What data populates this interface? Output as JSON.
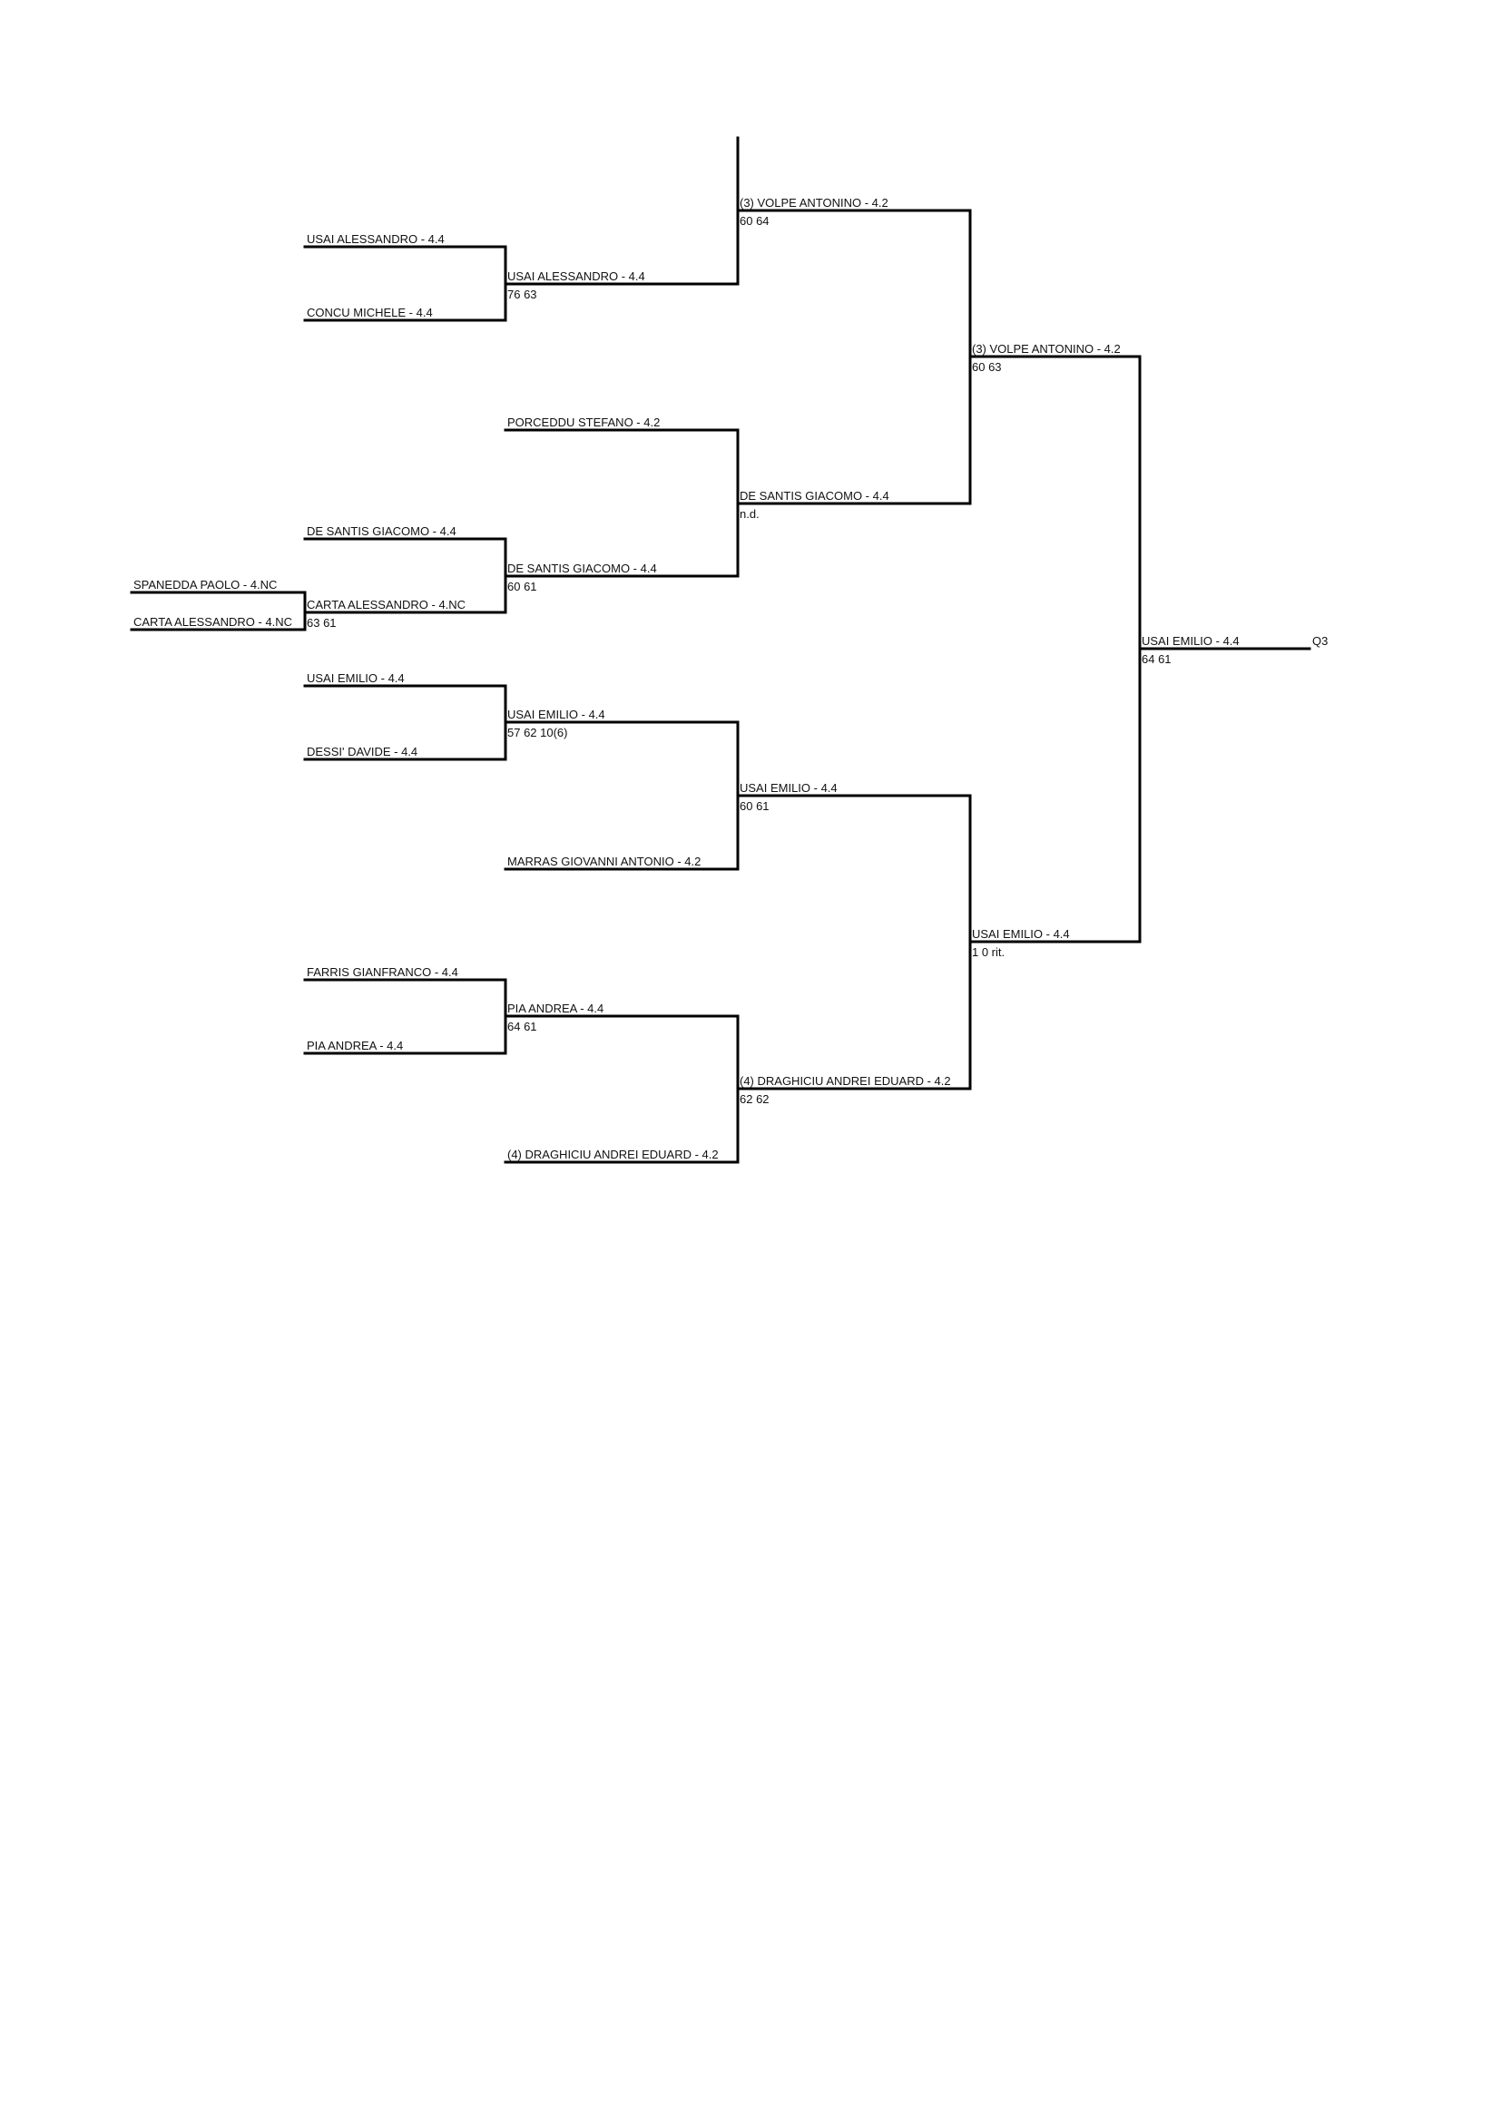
{
  "bracket": {
    "top_slot": {
      "name": "",
      "score": ""
    },
    "slots": {
      "q_spanedda": {
        "name": "SPANEDDA PAOLO - 4.NC",
        "score": ""
      },
      "q_carta": {
        "name": "CARTA ALESSANDRO - 4.NC",
        "score": ""
      },
      "r1_usai_alessandro": {
        "name": "USAI ALESSANDRO - 4.4",
        "score": ""
      },
      "r1_concu": {
        "name": "CONCU MICHELE - 4.4",
        "score": ""
      },
      "r1_de_santis": {
        "name": "DE SANTIS GIACOMO - 4.4",
        "score": ""
      },
      "r1_carta_winner": {
        "name": "CARTA ALESSANDRO - 4.NC",
        "score": "63 61"
      },
      "r1_usai_emilio": {
        "name": "USAI EMILIO - 4.4",
        "score": ""
      },
      "r1_dessi": {
        "name": "DESSI' DAVIDE - 4.4",
        "score": ""
      },
      "r1_farris": {
        "name": "FARRIS GIANFRANCO - 4.4",
        "score": ""
      },
      "r1_pia": {
        "name": "PIA ANDREA - 4.4",
        "score": ""
      },
      "r2_usai_alessandro": {
        "name": "USAI ALESSANDRO - 4.4",
        "score": "76 63"
      },
      "r2_porceddu": {
        "name": "PORCEDDU STEFANO - 4.2",
        "score": ""
      },
      "r2_de_santis": {
        "name": "DE SANTIS GIACOMO - 4.4",
        "score": "60 61"
      },
      "r2_usai_emilio": {
        "name": "USAI EMILIO - 4.4",
        "score": "57 62 10(6)"
      },
      "r2_marras": {
        "name": "MARRAS GIOVANNI ANTONIO - 4.2",
        "score": ""
      },
      "r2_pia": {
        "name": "PIA ANDREA - 4.4",
        "score": "64 61"
      },
      "r2_draghiciu": {
        "name": "(4) DRAGHICIU ANDREI EDUARD - 4.2",
        "score": ""
      },
      "r3_volpe": {
        "name": "(3) VOLPE ANTONINO - 4.2",
        "score": "60 64"
      },
      "r3_de_santis": {
        "name": "DE SANTIS GIACOMO - 4.4",
        "score": "n.d."
      },
      "r3_usai_emilio": {
        "name": "USAI EMILIO - 4.4",
        "score": "60 61"
      },
      "r3_draghiciu": {
        "name": "(4) DRAGHICIU ANDREI EDUARD - 4.2",
        "score": "62 62"
      },
      "sf_volpe": {
        "name": "(3) VOLPE ANTONINO - 4.2",
        "score": "60 63"
      },
      "sf_usai_emilio": {
        "name": "USAI EMILIO - 4.4",
        "score": "1 0   rit."
      },
      "final_usai_emilio": {
        "name": "USAI EMILIO - 4.4",
        "score": "64 61",
        "tag": "Q3"
      }
    }
  }
}
